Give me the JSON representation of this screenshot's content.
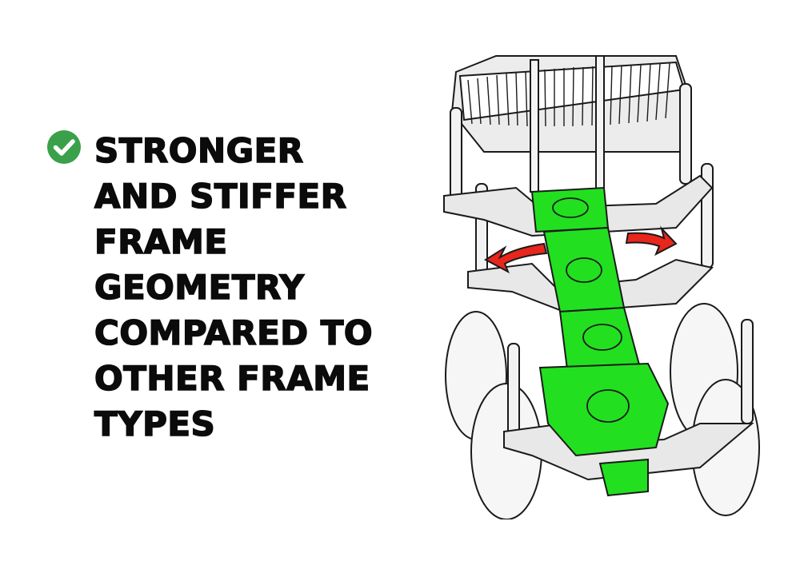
{
  "feature": {
    "icon": "check-circle-icon",
    "icon_color": "#3aa14a",
    "headline_lines": [
      "STRONGER",
      "AND STIFFER",
      "FRAME",
      "GEOMETRY",
      "COMPARED TO",
      "OTHER FRAME",
      "TYPES"
    ]
  },
  "illustration": {
    "subject": "frame-illustration",
    "frame_color": "#22e01f",
    "arrow_color": "#e8261c"
  }
}
